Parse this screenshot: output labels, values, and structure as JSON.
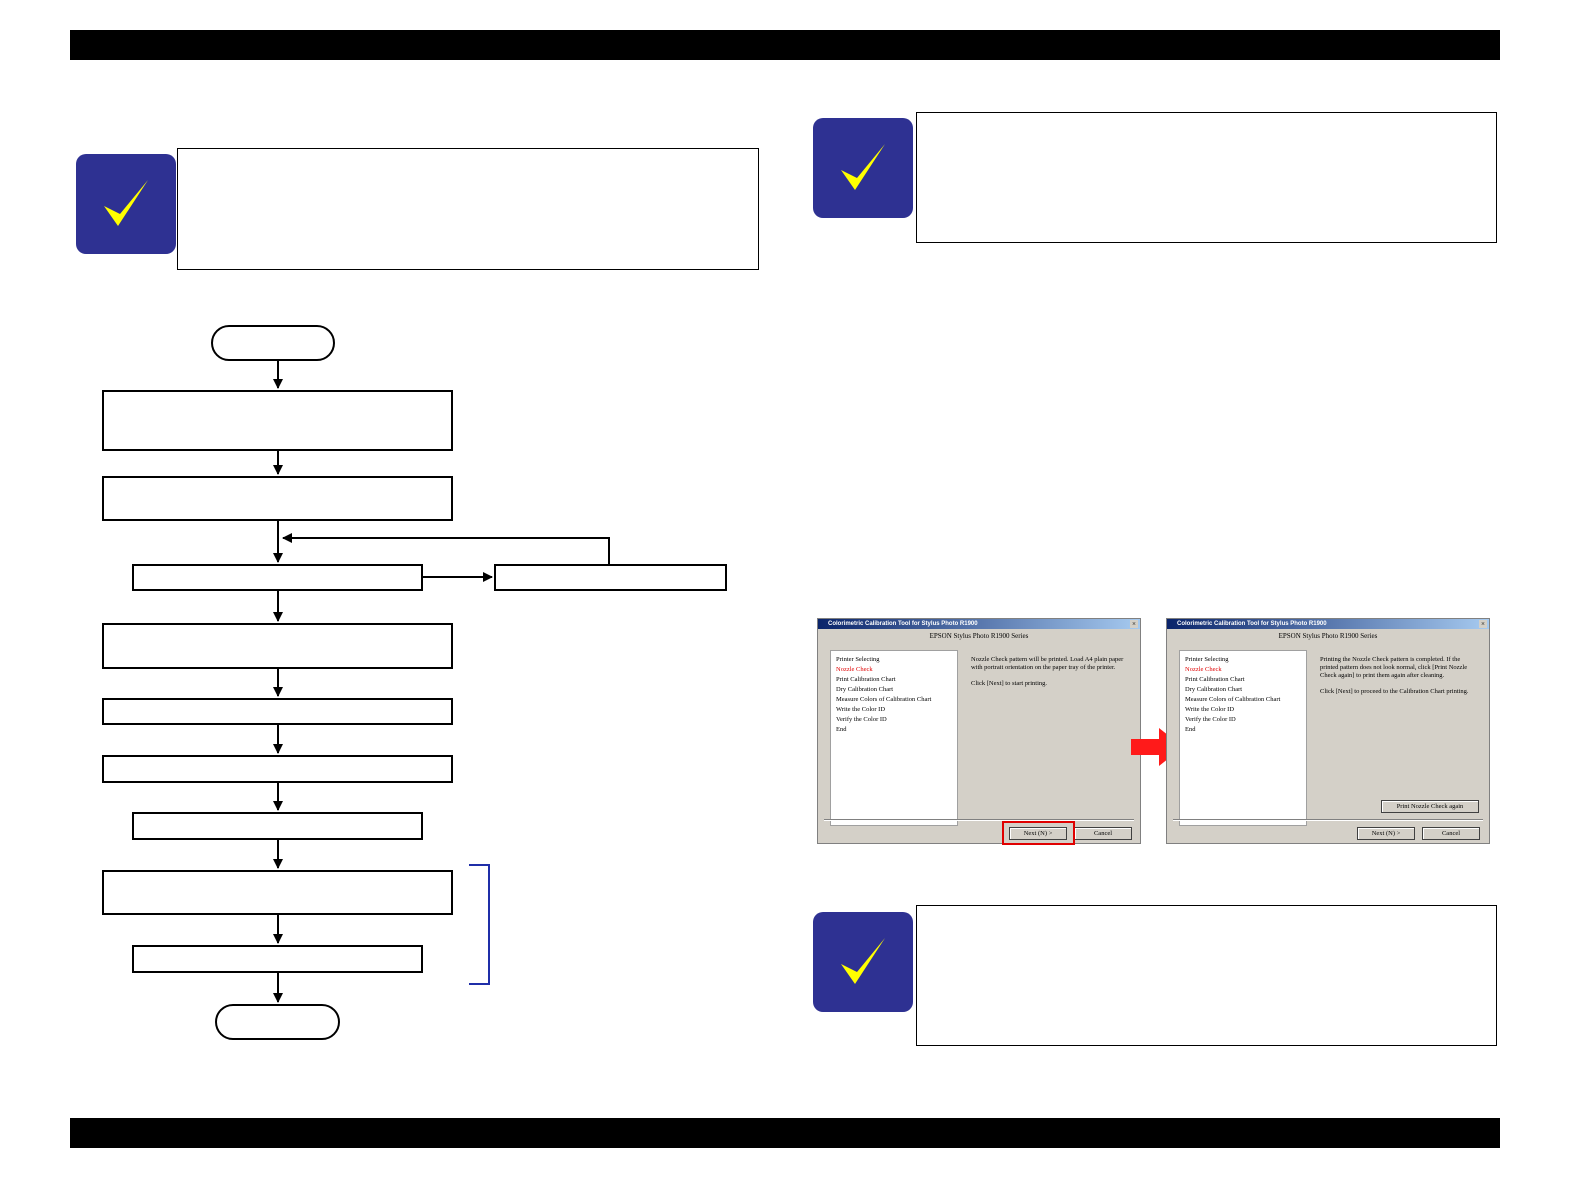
{
  "icons": {
    "check": "check-icon",
    "red_arrow": "right-arrow-icon"
  },
  "colors": {
    "header_bar": "#000000",
    "check_bg": "#2e3192",
    "check_mark": "#ffff00",
    "bracket": "#1f2ea8",
    "highlight": "#e00000"
  },
  "dialog_left": {
    "title": "Colorimetric Calibration Tool for Stylus Photo R1900",
    "subtitle": "EPSON Stylus Photo R1900 Series",
    "steps": [
      "Printer Selecting",
      "Nozzle Check",
      "Print Calibration Chart",
      "Dry Calibration Chart",
      "Measure Colors of Calibration Chart",
      "Write the Color ID",
      "Verify the Color ID",
      "End"
    ],
    "active_step": "Nozzle Check",
    "message_1": "Nozzle Check pattern will be printed. Load A4 plain paper with portrait orientation on the paper tray of the printer.",
    "message_2": "Click [Next] to start printing.",
    "next_label": "Next (N) >",
    "cancel_label": "Cancel"
  },
  "dialog_right": {
    "title": "Colorimetric Calibration Tool for Stylus Photo R1900",
    "subtitle": "EPSON Stylus Photo R1900 Series",
    "steps": [
      "Printer Selecting",
      "Nozzle Check",
      "Print Calibration Chart",
      "Dry Calibration Chart",
      "Measure Colors of Calibration Chart",
      "Write the Color ID",
      "Verify the Color ID",
      "End"
    ],
    "active_step": "Nozzle Check",
    "message_1": "Printing the Nozzle Check pattern is completed. If the printed pattern does not look normal, click [Print Nozzle Check again] to print them again after cleaning.",
    "message_2": "Click [Next] to proceed to the Calibration Chart printing.",
    "print_again_label": "Print Nozzle Check again",
    "next_label": "Next (N) >",
    "cancel_label": "Cancel"
  }
}
